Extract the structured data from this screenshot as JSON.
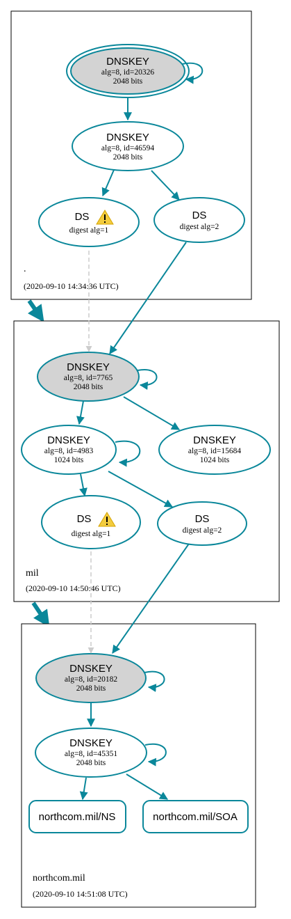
{
  "colors": {
    "edge": "#0a879a",
    "ksk_fill": "#d3d3d3",
    "dashed_edge": "#cccccc",
    "warning": "#f3cc3e"
  },
  "zones": [
    {
      "name": ".",
      "timestamp": "(2020-09-10 14:34:36 UTC)",
      "dnskeys": [
        {
          "title": "DNSKEY",
          "detail": "alg=8, id=20326",
          "bits": "2048 bits",
          "sep": true
        },
        {
          "title": "DNSKEY",
          "detail": "alg=8, id=46594",
          "bits": "2048 bits",
          "sep": false
        }
      ],
      "ds": [
        {
          "title": "DS",
          "detail": "digest alg=1",
          "warning": true,
          "warning_icon": "warning-icon"
        },
        {
          "title": "DS",
          "detail": "digest alg=2",
          "warning": false
        }
      ]
    },
    {
      "name": "mil",
      "timestamp": "(2020-09-10 14:50:46 UTC)",
      "dnskeys": [
        {
          "title": "DNSKEY",
          "detail": "alg=8, id=7765",
          "bits": "2048 bits",
          "sep": true
        },
        {
          "title": "DNSKEY",
          "detail": "alg=8, id=4983",
          "bits": "1024 bits",
          "sep": false
        },
        {
          "title": "DNSKEY",
          "detail": "alg=8, id=15684",
          "bits": "1024 bits",
          "sep": false
        }
      ],
      "ds": [
        {
          "title": "DS",
          "detail": "digest alg=1",
          "warning": true,
          "warning_icon": "warning-icon"
        },
        {
          "title": "DS",
          "detail": "digest alg=2",
          "warning": false
        }
      ]
    },
    {
      "name": "northcom.mil",
      "timestamp": "(2020-09-10 14:51:08 UTC)",
      "dnskeys": [
        {
          "title": "DNSKEY",
          "detail": "alg=8, id=20182",
          "bits": "2048 bits",
          "sep": true
        },
        {
          "title": "DNSKEY",
          "detail": "alg=8, id=45351",
          "bits": "2048 bits",
          "sep": false
        }
      ],
      "rrsets": [
        {
          "label": "northcom.mil/NS"
        },
        {
          "label": "northcom.mil/SOA"
        }
      ]
    }
  ]
}
